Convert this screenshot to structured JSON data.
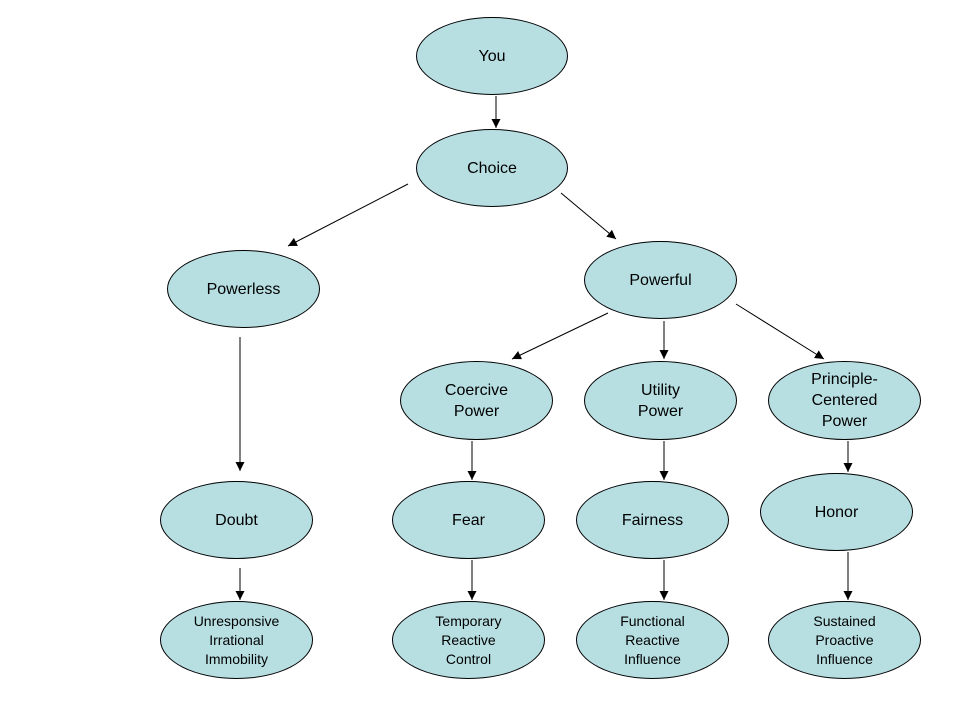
{
  "diagram": {
    "node_fill": "#b7dfe2",
    "stroke_color": "#000000",
    "nodes": {
      "you": "You",
      "choice": "Choice",
      "powerless": "Powerless",
      "powerful": "Powerful",
      "coercive_power": "Coercive\nPower",
      "utility_power": "Utility\nPower",
      "principle_centered_power": "Principle-\nCentered\nPower",
      "doubt": "Doubt",
      "fear": "Fear",
      "fairness": "Fairness",
      "honor": "Honor",
      "unresponsive": "Unresponsive\nIrrational\nImmobility",
      "temporary": "Temporary\nReactive\nControl",
      "functional": "Functional\nReactive\nInfluence",
      "sustained": "Sustained\nProactive\nInfluence"
    },
    "edges": [
      [
        "you",
        "choice"
      ],
      [
        "choice",
        "powerless"
      ],
      [
        "choice",
        "powerful"
      ],
      [
        "powerless",
        "doubt"
      ],
      [
        "doubt",
        "unresponsive"
      ],
      [
        "powerful",
        "coercive_power"
      ],
      [
        "powerful",
        "utility_power"
      ],
      [
        "powerful",
        "principle_centered_power"
      ],
      [
        "coercive_power",
        "fear"
      ],
      [
        "utility_power",
        "fairness"
      ],
      [
        "principle_centered_power",
        "honor"
      ],
      [
        "fear",
        "temporary"
      ],
      [
        "fairness",
        "functional"
      ],
      [
        "honor",
        "sustained"
      ]
    ]
  }
}
